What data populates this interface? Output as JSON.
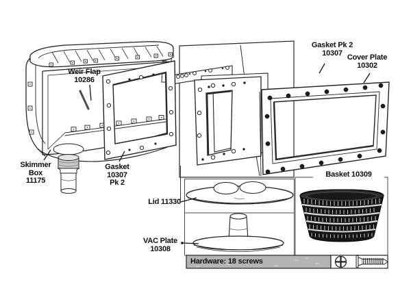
{
  "labels": {
    "weir_flap": "Weir Flap\n10286",
    "skimmer_box": "Skimmer\nBox\n11175",
    "gasket_left": "Gasket\n10307\nPk 2",
    "gasket_right": "Gasket Pk 2\n10307",
    "cover_plate": "Cover Plate\n10302",
    "basket": "Basket 10309",
    "lid": "Lid 11330",
    "vac_plate": "VAC Plate\n10308"
  },
  "hardware": {
    "label": "Hardware: 18 screws",
    "screw_count": 18
  },
  "parts": [
    {
      "name": "Weir Flap",
      "part_number": "10286"
    },
    {
      "name": "Skimmer Box",
      "part_number": "11175"
    },
    {
      "name": "Gasket",
      "part_number": "10307",
      "qty": "Pk 2"
    },
    {
      "name": "Cover Plate",
      "part_number": "10302"
    },
    {
      "name": "Basket",
      "part_number": "10309"
    },
    {
      "name": "Lid",
      "part_number": "11330"
    },
    {
      "name": "VAC Plate",
      "part_number": "10308"
    }
  ],
  "icons": [
    "phillips-screw-head-icon",
    "screw-side-icon"
  ],
  "colors": {
    "background": "#ffffff",
    "line": "#222222",
    "hardware_bar": "#b4b4b4",
    "basket_fill": "#161616"
  }
}
